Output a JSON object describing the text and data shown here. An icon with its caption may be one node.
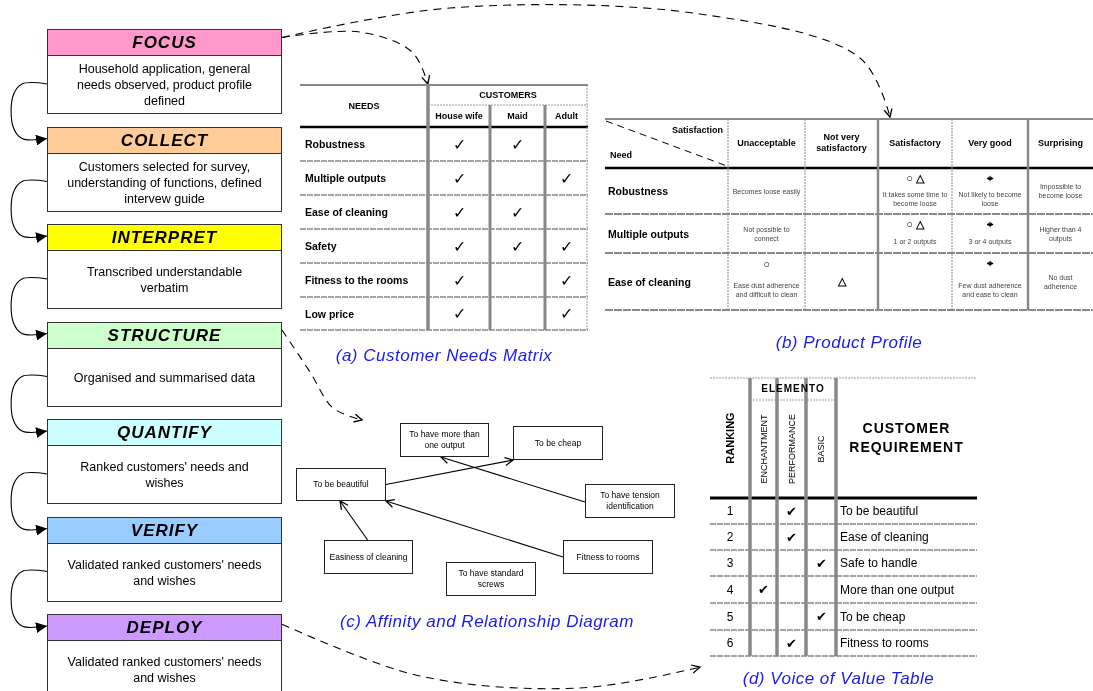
{
  "diagram": {
    "nodes": [
      {
        "text": [
          "FOCUS",
          "Household application, general needs observed, product profile defined"
        ]
      },
      {
        "text": [
          "COLLECT",
          "Customers selected for survey, understanding of functions, defined intervew guide"
        ]
      },
      {
        "text": [
          "INTERPRET",
          "Transcribed understandable verbatim"
        ]
      },
      {
        "text": [
          "STRUCTURE",
          "Organised and summarised data"
        ]
      },
      {
        "text": [
          "QUANTIFY",
          "Ranked customers' needs and wishes"
        ]
      },
      {
        "text": [
          "VERIFY",
          "Validated ranked customers' needs and wishes"
        ]
      },
      {
        "text": [
          "DEPLOY",
          "Validated ranked customers' needs and wishes"
        ]
      },
      {
        "text": [
          "(a) Customer Needs Matrix"
        ]
      },
      {
        "text": [
          "(b) Product Profile"
        ]
      },
      {
        "text": [
          "(c) Affinity and Relationship Diagram"
        ]
      },
      {
        "text": [
          "To be beautiful"
        ],
        "in": 9
      },
      {
        "text": [
          "To have more than one output"
        ],
        "in": 9
      },
      {
        "text": [
          "To be cheap"
        ],
        "in": 9
      },
      {
        "text": [
          "To have tension identification"
        ],
        "in": 9
      },
      {
        "text": [
          "Easiness of cleaning"
        ],
        "in": 9
      },
      {
        "text": [
          "To have standard screws"
        ],
        "in": 9
      },
      {
        "text": [
          "Fitness to rooms"
        ],
        "in": 9
      },
      {
        "text": [
          "(d) Voice of Value Table"
        ]
      }
    ],
    "edges": [
      {
        "from": 0,
        "to": 1,
        "arrow": "to"
      },
      {
        "from": 1,
        "to": 2,
        "arrow": "to"
      },
      {
        "from": 2,
        "to": 3,
        "arrow": "to"
      },
      {
        "from": 3,
        "to": 4,
        "arrow": "to"
      },
      {
        "from": 4,
        "to": 5,
        "arrow": "to"
      },
      {
        "from": 5,
        "to": 6,
        "arrow": "to"
      },
      {
        "from": 0,
        "to": 7,
        "arrow": "to",
        "style": "dashed"
      },
      {
        "from": 0,
        "to": 8,
        "arrow": "to",
        "style": "dashed"
      },
      {
        "from": 3,
        "to": 9,
        "arrow": "to",
        "style": "dashed"
      },
      {
        "from": 6,
        "to": 17,
        "arrow": "to",
        "style": "dashed"
      },
      {
        "from": 10,
        "to": 12,
        "arrow": "to"
      },
      {
        "from": 13,
        "to": 11,
        "arrow": "to"
      },
      {
        "from": 14,
        "to": 10,
        "arrow": "to"
      },
      {
        "from": 16,
        "to": 10,
        "arrow": "to"
      }
    ],
    "labels": [
      "NEEDS",
      "CUSTOMERS",
      "House wife",
      "Maid",
      "Adult",
      "Robustness",
      "✓",
      "✓",
      "Multiple outputs",
      "✓",
      "✓",
      "Ease of cleaning",
      "✓",
      "✓",
      "Safety",
      "✓",
      "✓",
      "✓",
      "Fitness to the rooms",
      "✓",
      "✓",
      "Low price",
      "✓",
      "✓",
      "Satisfaction",
      "Need",
      "Unacceptable",
      "Not very satisfactory",
      "Satisfactory",
      "Very good",
      "Surprising",
      "Robustness",
      "Becomes loose easily",
      "○ △",
      "It takes some time to become loose",
      "⌖",
      "Not likely to become loose",
      "Impossible to become loose",
      "Multiple outputs",
      "Not possible to connect",
      "○ △",
      "1 or 2 outputs",
      "⌖",
      "3 or 4 outputs",
      "Higher than 4 outputs",
      "Ease of cleaning",
      "○",
      "Ease dust adherence and difficult to clean",
      "△",
      "⌖",
      "Few dust adherence and ease to clean",
      "No dust adherence",
      "RANKING",
      "ELEMENTO",
      "ENCHANTMENT",
      "PERFORMANCE",
      "BASIC",
      "CUSTOMER REQUIREMENT",
      "1",
      "✔",
      "To be beautiful",
      "2",
      "✔",
      "Ease of cleaning",
      "3",
      "✔",
      "Safe to handle",
      "4",
      "✔",
      "More than one output",
      "5",
      "✔",
      "To be cheap",
      "6",
      "✔",
      "Fitness to rooms"
    ]
  }
}
